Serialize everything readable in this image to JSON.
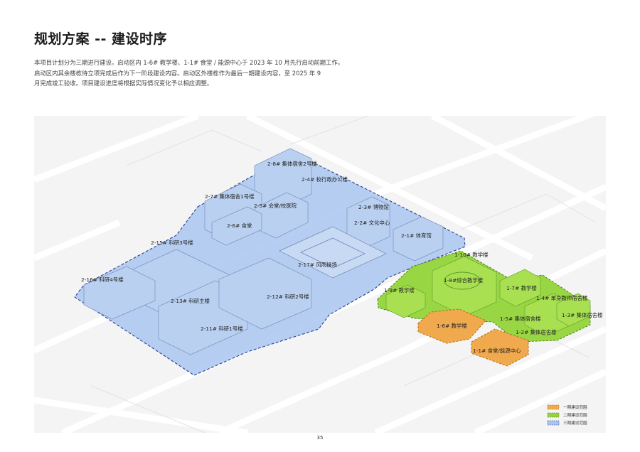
{
  "header": {
    "title": "规划方案 -- 建设时序"
  },
  "intro": {
    "lines": [
      "本项目计划分为三期进行建设。启动区内 1-6# 教学楼、1-1# 食堂 / 能源中心于 2023 年 10 月先行启动前期工作。",
      "启动区内其余楼栋待立项完成后作为下一阶段建设内容。启动区外楼栋作为最后一期建设内容，至 2025 年 9",
      "月完成竣工验收。项目建设进度将根据实际情况变化予以相应调整。"
    ]
  },
  "colors": {
    "phase1": "#f1a94e",
    "phase2": "#94d43a",
    "phase3": "#a9c6ef",
    "phase3_border": "#2a3f8f"
  },
  "map": {
    "labels": {
      "b28": "2-8# 集体宿舍2号楼",
      "b24": "2-4# 校行政办公楼",
      "b27": "2-7# 集体宿舍1号楼",
      "b25": "2-5# 会堂/校医院",
      "b23": "2-3# 博物馆",
      "b22": "2-2# 文化中心",
      "b26": "2-6# 食堂",
      "b21": "2-1# 体育馆",
      "b215": "2-15# 科研3号楼",
      "b217": "2-17# 风雨操场",
      "b216": "2-16# 科研4号楼",
      "b212": "2-12# 科研2号楼",
      "b213": "2-13# 科研主楼",
      "b211": "2-11# 科研1号楼",
      "b110": "1-10# 教学楼",
      "b18": "1-8#综合教学楼",
      "b17": "1-7# 教学楼",
      "b19": "1-9# 教学楼",
      "b14": "1-4# 单身教师宿舍楼",
      "b15": "1-5# 集体宿舍楼",
      "b13": "1-3# 集体宿舍楼",
      "b16": "1-6# 教学楼",
      "b12": "1-2# 集体宿舍楼",
      "b11": "1-1# 食堂/能源中心"
    },
    "legend": [
      {
        "label": "一期建设范围",
        "color": "#f1a94e"
      },
      {
        "label": "二期建设范围",
        "color": "#94d43a"
      },
      {
        "label": "三期建设范围",
        "color": "#a9c6ef"
      }
    ]
  },
  "footer": {
    "page_number": "35"
  }
}
